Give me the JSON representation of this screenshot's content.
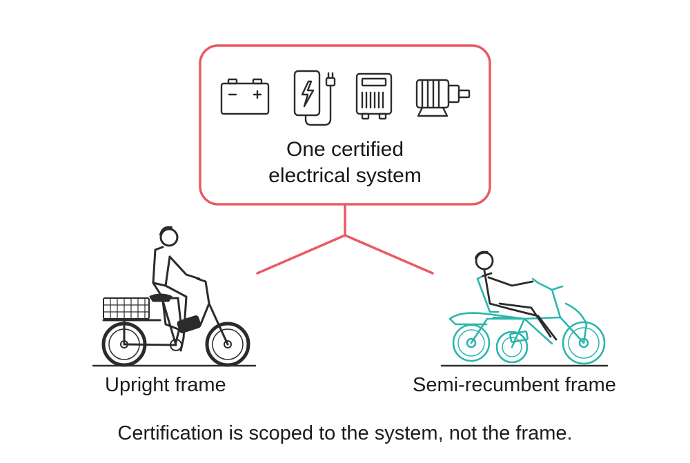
{
  "colors": {
    "accent": "#ea5a64",
    "line_art": "#2b2b2b",
    "recumbent_frame": "#2bb5ad",
    "text": "#1c1c1c",
    "background": "#ffffff"
  },
  "system_box": {
    "title_line_1": "One certified",
    "title_line_2": "electrical system",
    "icons": [
      "battery-icon",
      "power-bank-charger-icon",
      "controller-icon",
      "motor-icon"
    ]
  },
  "frames": {
    "upright": {
      "label": "Upright frame",
      "icon": "upright-trike-with-rider-icon"
    },
    "semi_recumbent": {
      "label": "Semi-recumbent frame",
      "icon": "semi-recumbent-trike-with-rider-icon"
    }
  },
  "caption": "Certification is scoped to the system, not the frame."
}
